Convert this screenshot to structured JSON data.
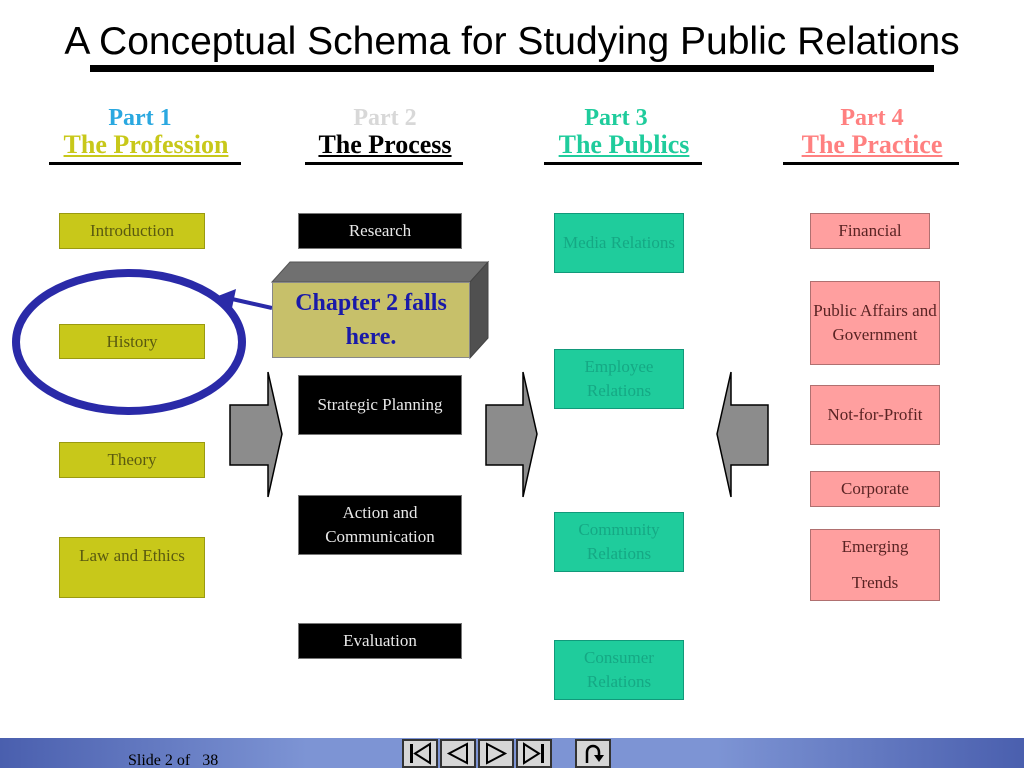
{
  "title": "A Conceptual Schema for Studying Public Relations",
  "parts": [
    {
      "num": "Part 1",
      "name": "The Profession",
      "num_color": "#2aa8e0",
      "name_color": "#c8c81a"
    },
    {
      "num": "Part 2",
      "name": "The Process",
      "num_color": "#d8d8d8",
      "name_color": "#000000"
    },
    {
      "num": "Part 3",
      "name": "The Publics",
      "num_color": "#1fcc9c",
      "name_color": "#1fcc9c"
    },
    {
      "num": "Part 4",
      "name": "The Practice",
      "num_color": "#ff8080",
      "name_color": "#ff8080"
    }
  ],
  "profession": [
    "Introduction",
    "History",
    "Theory",
    "Law and Ethics"
  ],
  "process": [
    "Research",
    "Strategic Planning",
    "Action and Communication",
    "Evaluation"
  ],
  "publics": [
    "Media Relations",
    "Employee Relations",
    "Community Relations",
    "Consumer Relations"
  ],
  "practice": [
    "Financial",
    "Public Affairs and Government",
    "Not-for-Profit",
    "Corporate",
    "Emerging Trends"
  ],
  "callout": "Chapter 2 falls here.",
  "footer": {
    "slide_label": "Slide 2 of",
    "slide_total": "38",
    "nav_buttons": [
      "first-icon",
      "previous-icon",
      "next-icon",
      "last-icon",
      "return-icon"
    ]
  },
  "colors": {
    "profession": "#c8c81a",
    "process": "#000000",
    "publics": "#1fcc9c",
    "practice": "#ff9f9f",
    "highlight_circle": "#2a2aa8"
  }
}
